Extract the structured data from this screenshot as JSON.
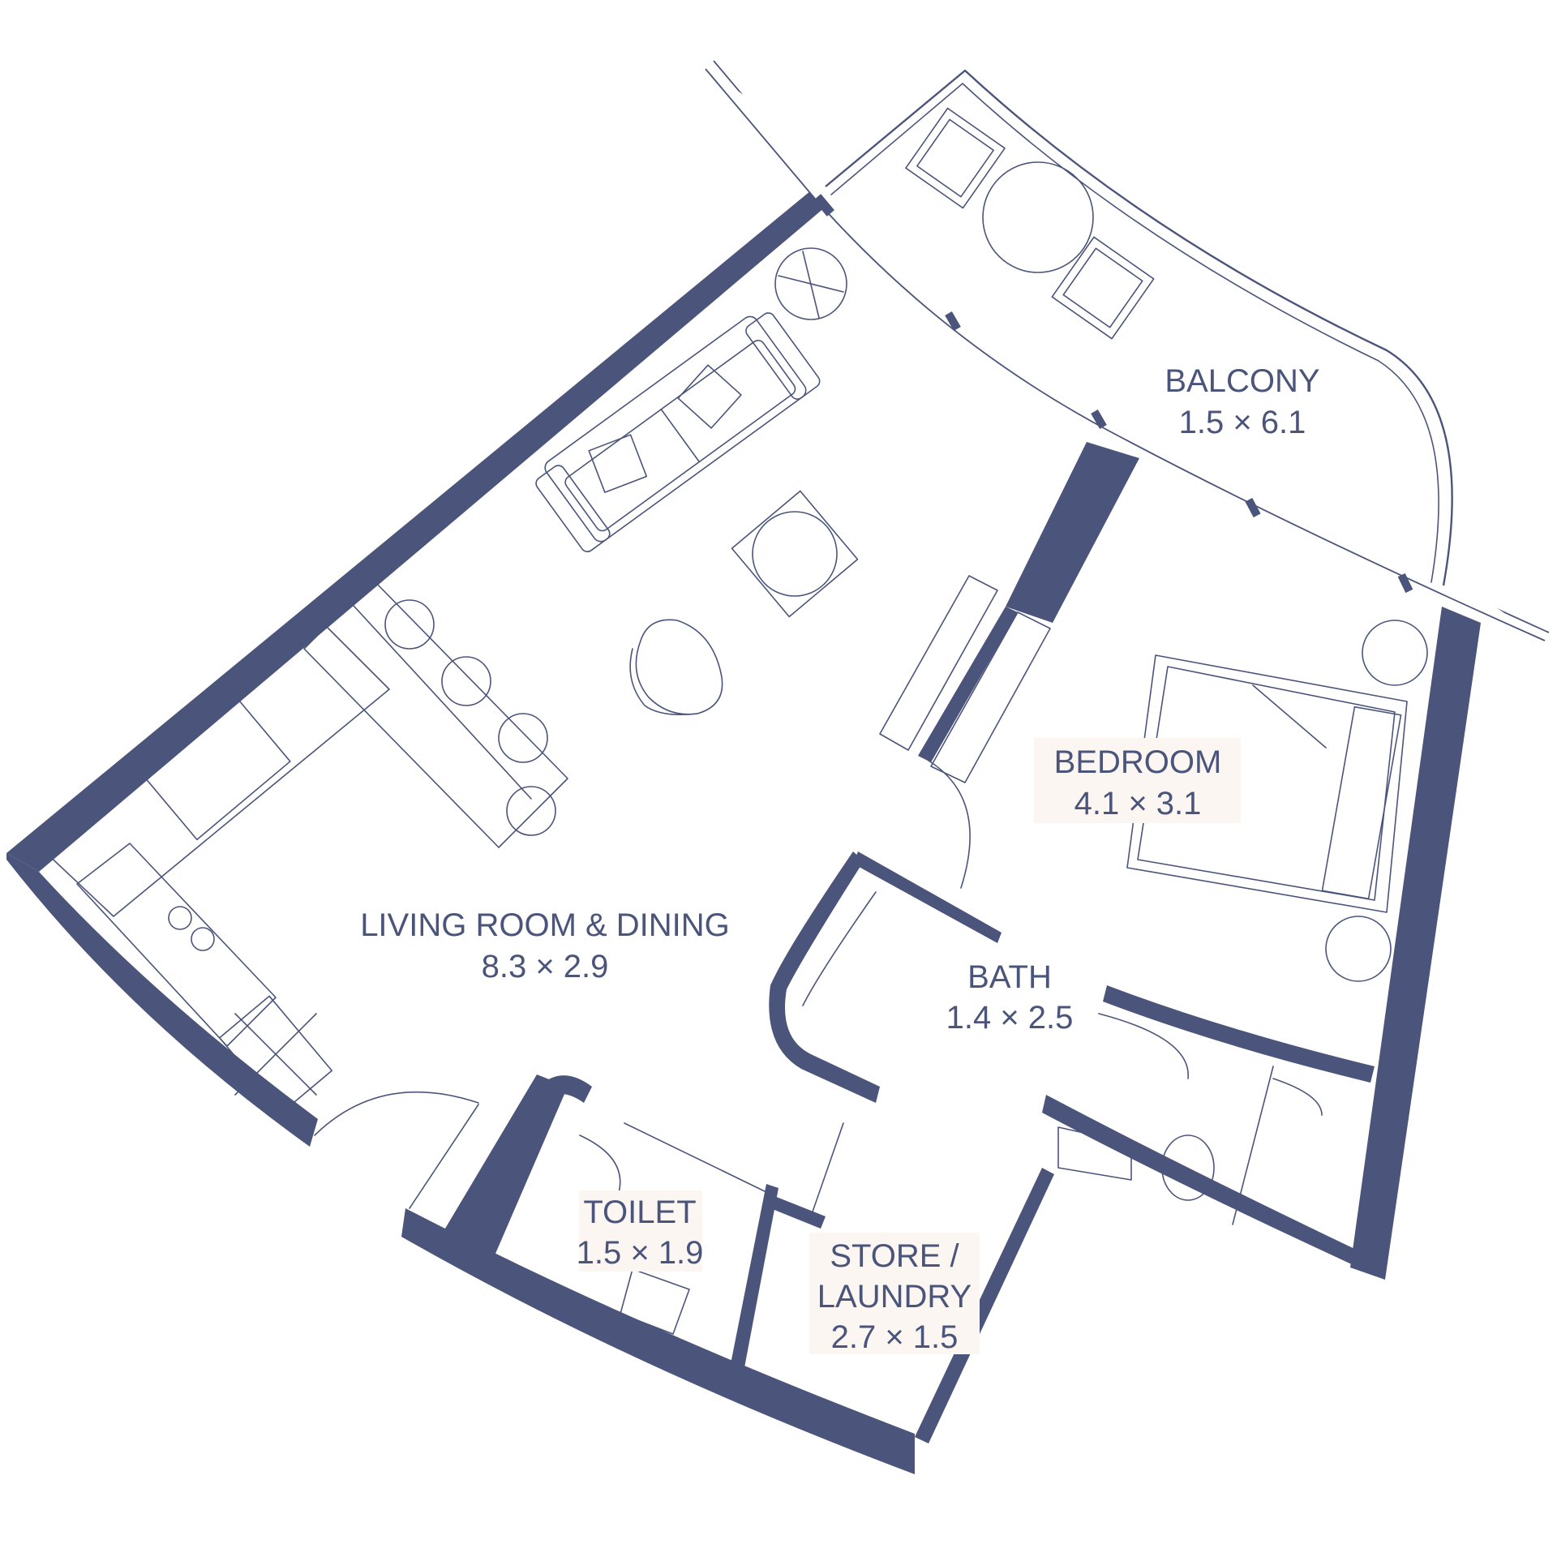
{
  "rooms": {
    "balcony": {
      "name": "BALCONY",
      "dims": "1.5 × 6.1"
    },
    "bedroom": {
      "name": "BEDROOM",
      "dims": "4.1 × 3.1"
    },
    "living": {
      "name": "LIVING ROOM & DINING",
      "dims": "8.3 × 2.9"
    },
    "bath": {
      "name": "BATH",
      "dims": "1.4 × 2.5"
    },
    "toilet": {
      "name": "TOILET",
      "dims": "1.5 × 1.9"
    },
    "store": {
      "name": "STORE /",
      "name2": "LAUNDRY",
      "dims": "2.7 × 1.5"
    }
  },
  "colors": {
    "wall": "#4b557b",
    "label_bg": "#fbf6f2"
  }
}
